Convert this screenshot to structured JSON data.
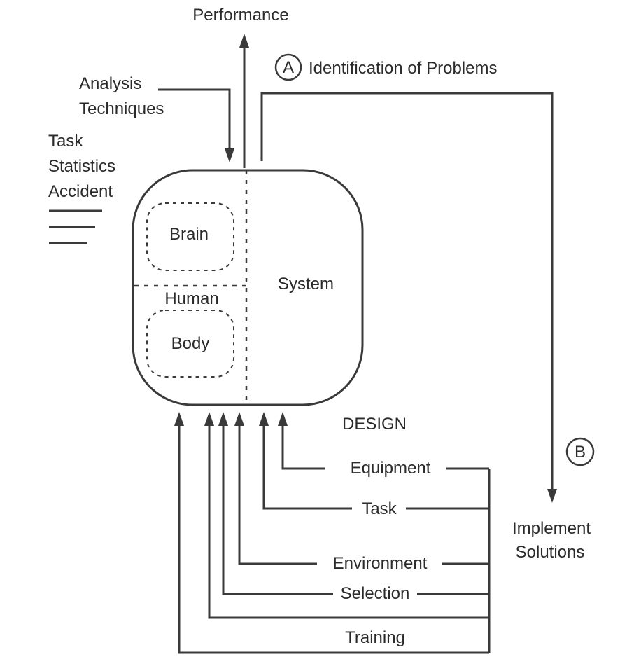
{
  "diagram": {
    "top": {
      "performance": "Performance",
      "analysis_line1": "Analysis",
      "analysis_line2": "Techniques",
      "marker_a": "A",
      "identification": "Identification of Problems"
    },
    "left": {
      "task": "Task",
      "statistics": "Statistics",
      "accident": "Accident"
    },
    "box": {
      "brain": "Brain",
      "human": "Human",
      "body": "Body",
      "system": "System"
    },
    "design": {
      "heading": "DESIGN",
      "equipment": "Equipment",
      "task": "Task",
      "environment": "Environment",
      "selection": "Selection",
      "training": "Training"
    },
    "right": {
      "marker_b": "B",
      "implement_line1": "Implement",
      "implement_line2": "Solutions"
    }
  }
}
